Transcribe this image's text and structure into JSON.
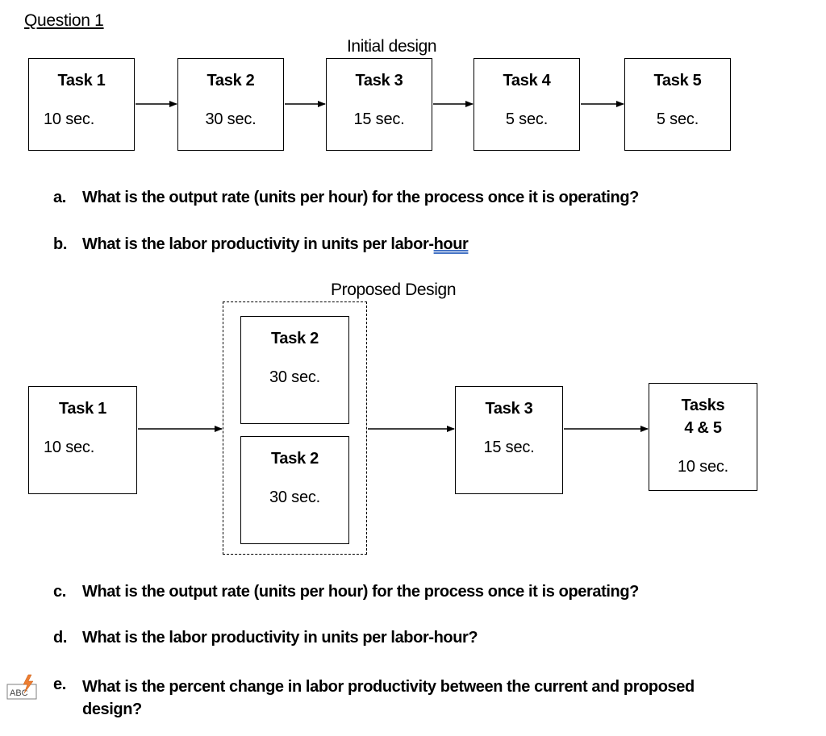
{
  "question_title": "Question 1",
  "initial": {
    "caption": "Initial design",
    "tasks": [
      {
        "name": "Task 1",
        "time": "10  sec."
      },
      {
        "name": "Task 2",
        "time": "30 sec."
      },
      {
        "name": "Task 3",
        "time": "15 sec."
      },
      {
        "name": "Task 4",
        "time": "5 sec."
      },
      {
        "name": "Task 5",
        "time": "5 sec."
      }
    ]
  },
  "questions_ab": [
    {
      "letter": "a.",
      "text": "What is the output rate (units per hour) for the process once it is operating?"
    },
    {
      "letter": "b.",
      "text_before": "What is the labor productivity in units per labor-",
      "text_link": "hour"
    }
  ],
  "proposed": {
    "caption": "Proposed Design",
    "task1": {
      "name": "Task 1",
      "time": "10  sec."
    },
    "parallel": [
      {
        "name": "Task 2",
        "time": "30 sec."
      },
      {
        "name": "Task 2",
        "time": "30 sec."
      }
    ],
    "task3": {
      "name": "Task 3",
      "time": "15 sec."
    },
    "task45": {
      "name_line1": "Tasks",
      "name_line2": "4 & 5",
      "time": "10 sec."
    }
  },
  "questions_cde": [
    {
      "letter": "c.",
      "text": "What is the output rate (units per hour) for the process once it is operating?"
    },
    {
      "letter": "d.",
      "text": "What is the labor productivity in units per labor-hour?"
    },
    {
      "letter": "e.",
      "text": "What is the percent change in labor productivity between the current and proposed design?"
    }
  ],
  "spellcheck_icon": {
    "label": "ABC",
    "icon": "spellcheck-lightning-icon"
  }
}
